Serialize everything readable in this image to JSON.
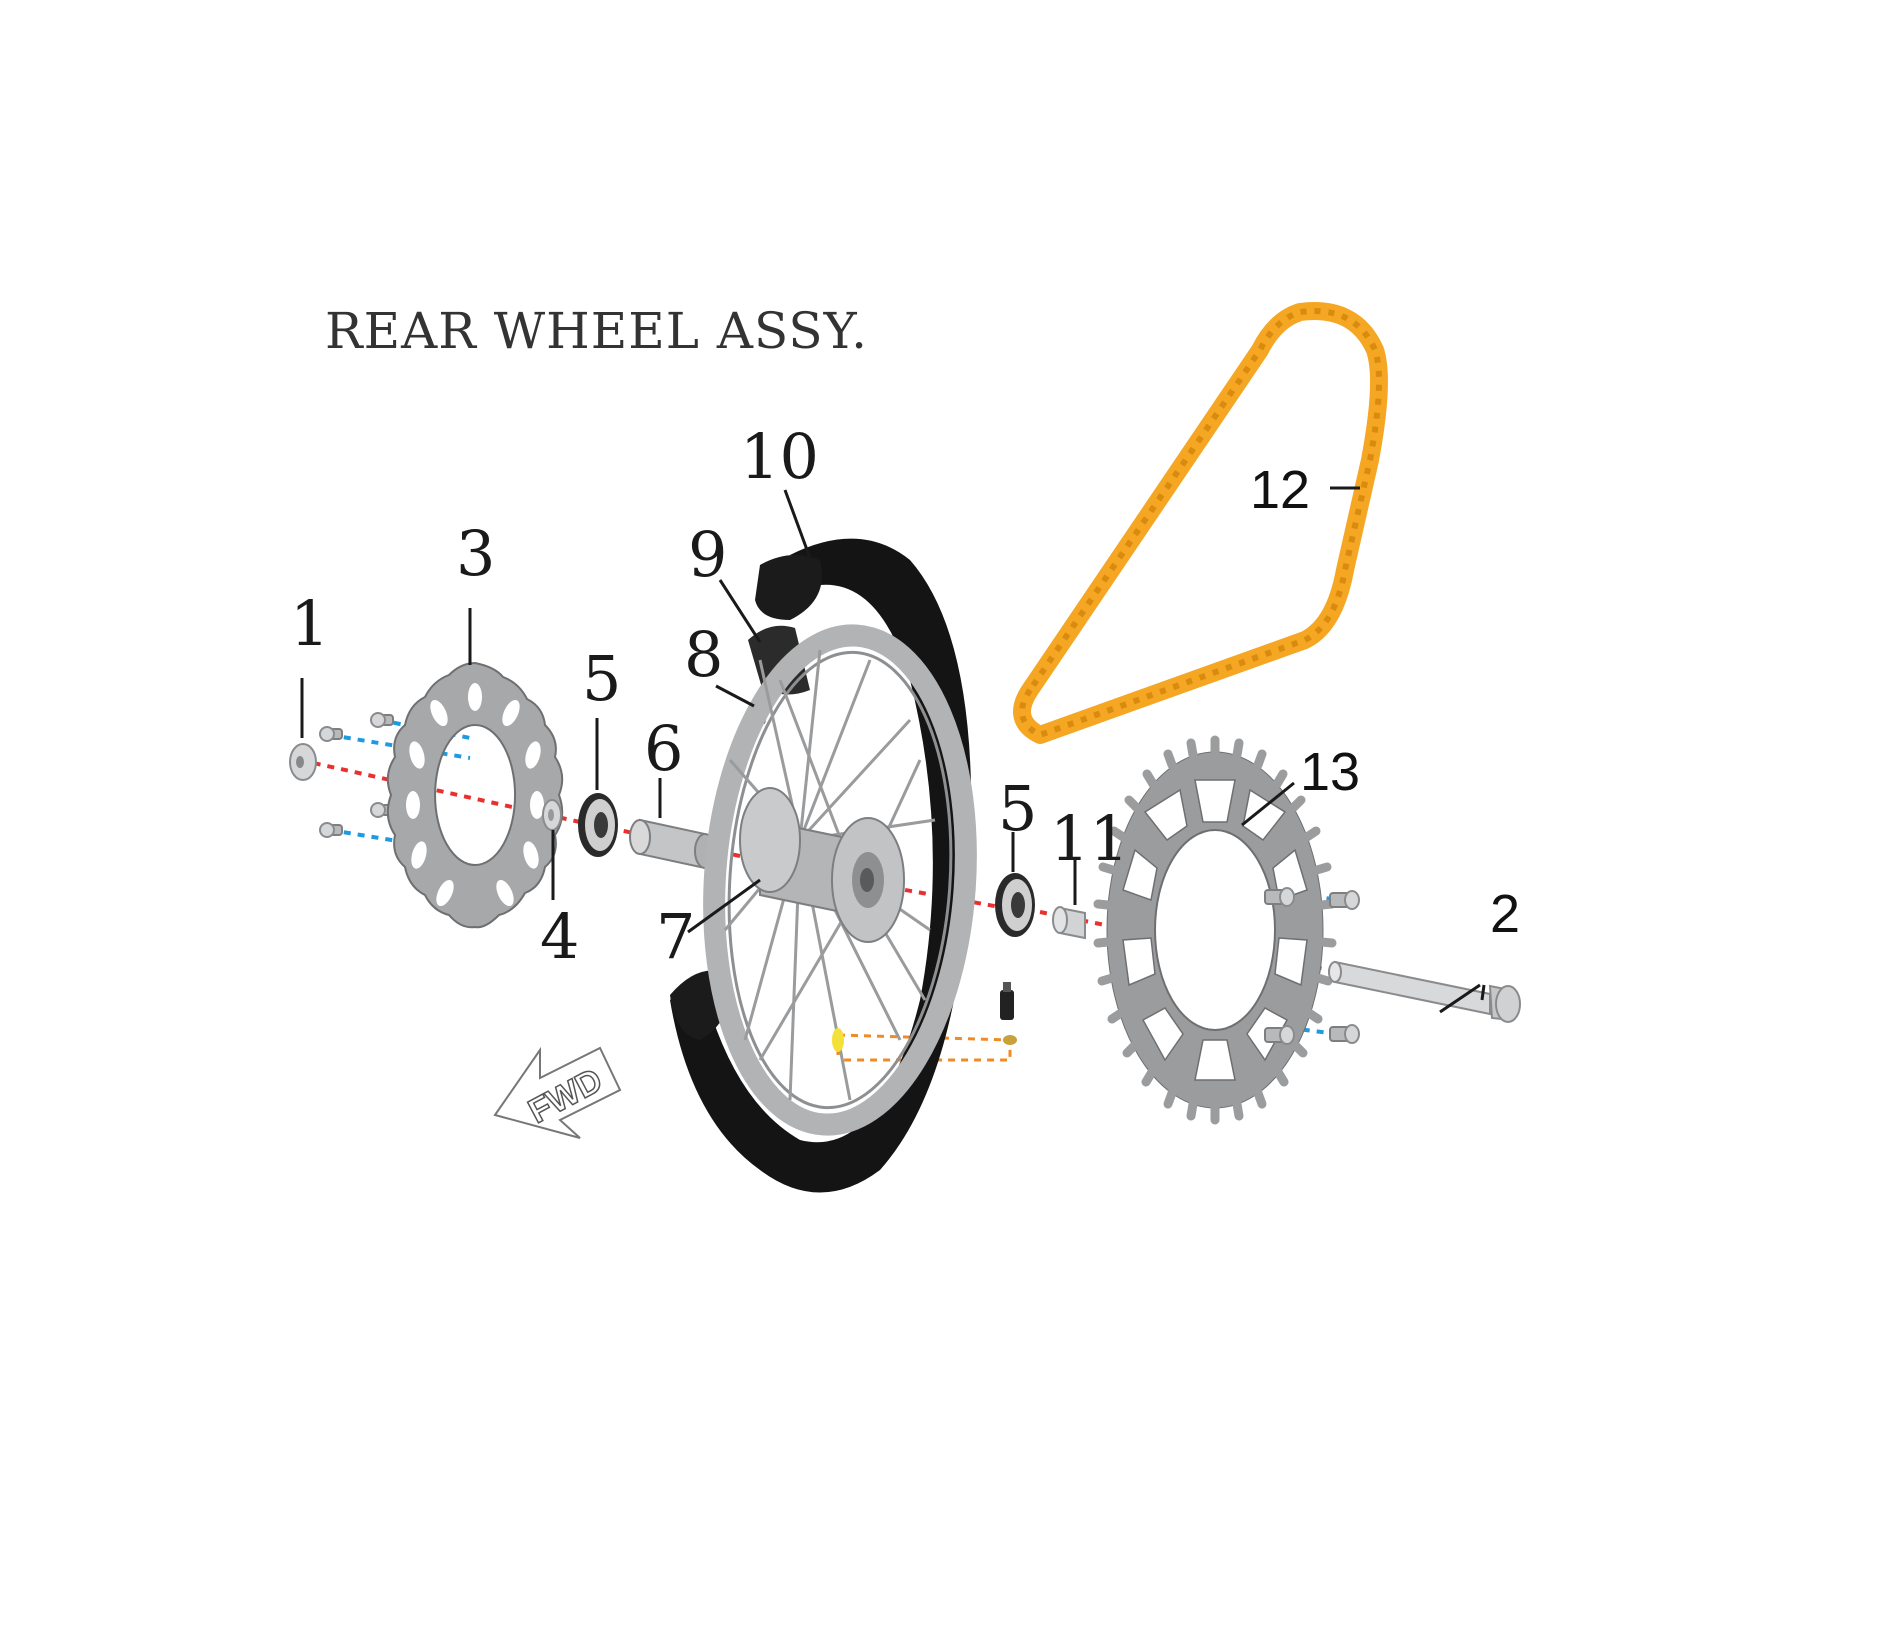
{
  "title": "REAR WHEEL ASSY.",
  "direction_label": "FWD",
  "callouts": {
    "c1": "1",
    "c2": "2",
    "c3": "3",
    "c4": "4",
    "c5a": "5",
    "c5b": "5",
    "c6": "6",
    "c7": "7",
    "c8": "8",
    "c9": "9",
    "c10": "10",
    "c11": "11",
    "c12": "12",
    "c13": "13"
  },
  "colors": {
    "axis_line": "#e8312f",
    "bolt_line": "#1e9be0",
    "valve_line": "#f08a24",
    "chain": "#f5a623",
    "tire": "#111111",
    "metal": "#b8b9bb"
  }
}
